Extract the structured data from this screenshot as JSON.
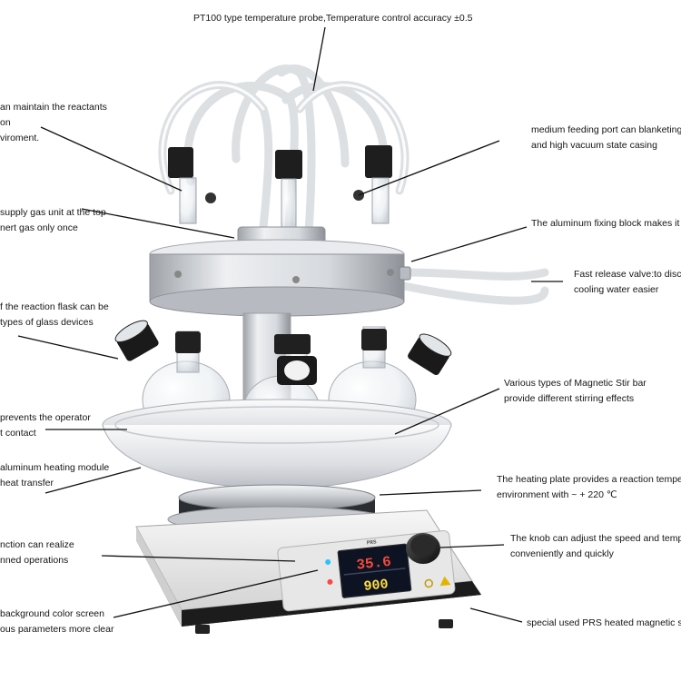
{
  "annotations": [
    {
      "id": "probe",
      "lines": [
        "PT100 type temperature probe,Temperature control accuracy ±0.5"
      ]
    },
    {
      "id": "reactants",
      "lines": [
        "an maintain the reactants",
        "on",
        "viroment."
      ]
    },
    {
      "id": "feeding-port",
      "lines": [
        "medium feeding port can blanketing",
        "and high vacuum state casing"
      ]
    },
    {
      "id": "gas-supply",
      "lines": [
        "supply gas unit at the top",
        "nert gas  only once"
      ]
    },
    {
      "id": "fixing-block",
      "lines": [
        "The aluminum fixing block makes it"
      ]
    },
    {
      "id": "release-valve",
      "lines": [
        "Fast release valve:to disco",
        "cooling water easier"
      ]
    },
    {
      "id": "flask",
      "lines": [
        "f the reaction flask can be",
        " types of glass devices"
      ]
    },
    {
      "id": "stir-bar",
      "lines": [
        "Various types of Magnetic Stir bar",
        "provide different stirring effects"
      ]
    },
    {
      "id": "operator",
      "lines": [
        "prevents the operator",
        "t contact"
      ]
    },
    {
      "id": "heating-module",
      "lines": [
        "aluminum heating module",
        " heat transfer"
      ]
    },
    {
      "id": "heating-plate",
      "lines": [
        "The heating plate provides a reaction tempe",
        "environment with ~ + 220 ℃"
      ]
    },
    {
      "id": "knob",
      "lines": [
        "The knob can adjust the speed and tempe",
        "conveniently and quickly"
      ]
    },
    {
      "id": "function",
      "lines": [
        "nction can realize",
        "nned operations"
      ]
    },
    {
      "id": "screen",
      "lines": [
        "background color screen",
        "ous parameters more clear"
      ]
    },
    {
      "id": "stirrer",
      "lines": [
        "special used PRS heated magnetic stir"
      ]
    }
  ],
  "display": {
    "top_value": "35.6",
    "bottom_value": "900",
    "panel_brand": "PRS"
  },
  "colors": {
    "label_text": "#151515",
    "leader_line": "#111111",
    "display_top": "#f04a3a",
    "display_bottom": "#ffe046",
    "display_bg": "#0d1322"
  }
}
